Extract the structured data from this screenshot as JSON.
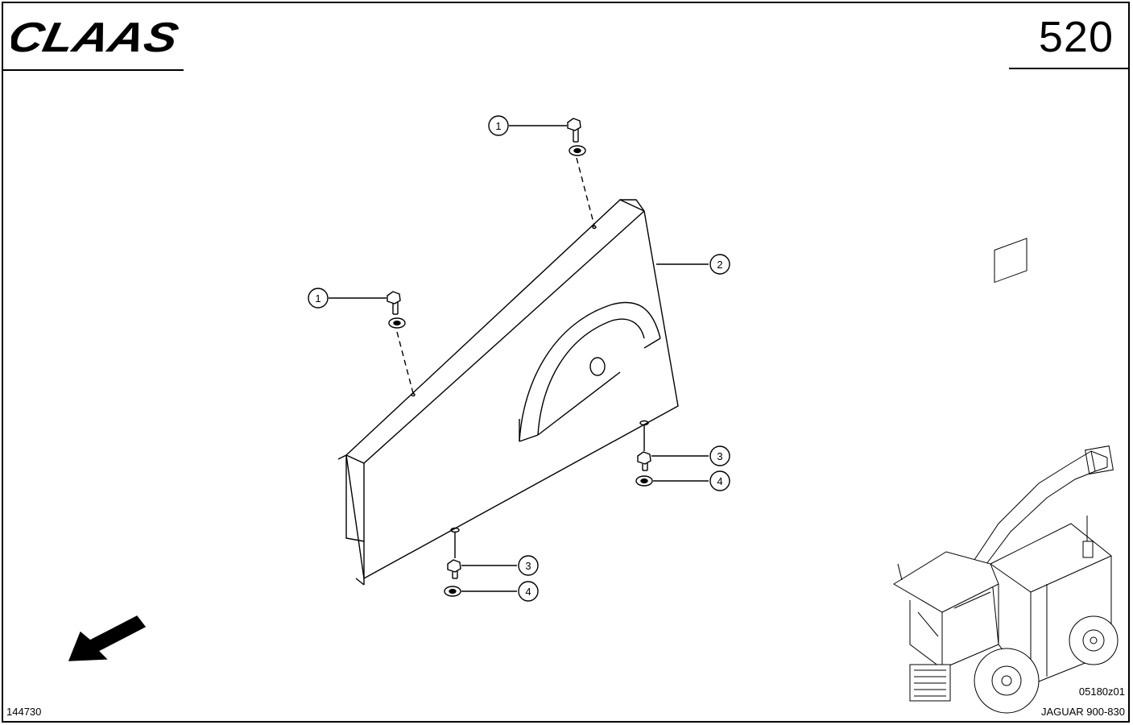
{
  "header": {
    "brand": "CLAAS",
    "page_number": "520"
  },
  "footer": {
    "image_number": "144730",
    "figure_code": "05180z01",
    "model": "JAGUAR 900-830"
  },
  "callouts": {
    "c1a": "1",
    "c1b": "1",
    "c2": "2",
    "c3a": "3",
    "c3b": "3",
    "c4a": "4",
    "c4b": "4"
  },
  "icons": {
    "direction": "arrow-down-left-icon",
    "machine": "forage-harvester-icon"
  }
}
